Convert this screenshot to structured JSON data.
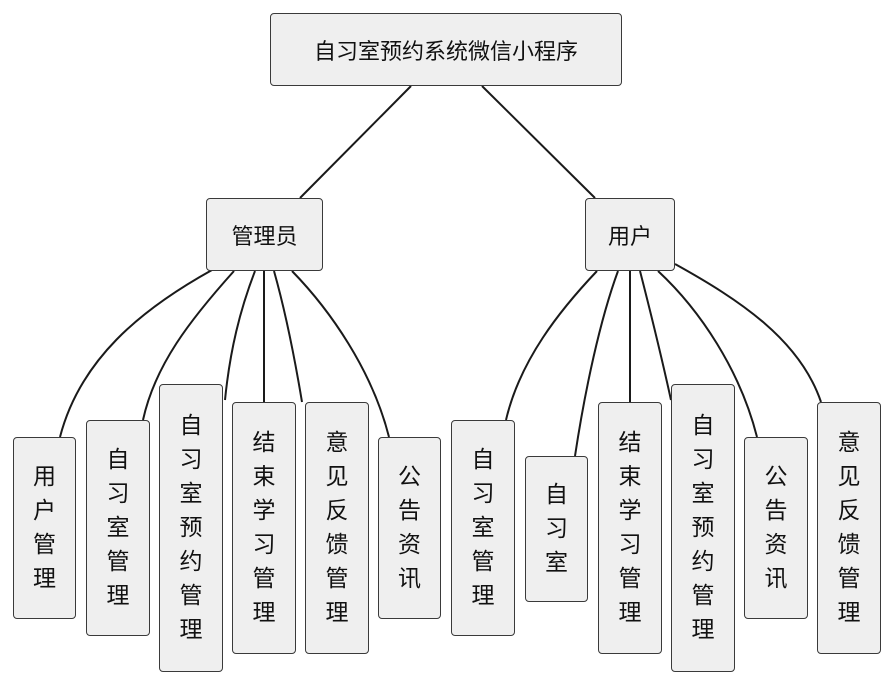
{
  "root": {
    "label": "自习室预约系统微信小程序"
  },
  "admin": {
    "label": "管理员",
    "children": [
      "用户管理",
      "自习室管理",
      "自习室预约管理",
      "结束学习管理",
      "意见反馈管理",
      "公告资讯"
    ]
  },
  "user": {
    "label": "用户",
    "children": [
      "自习室管理",
      "自习室",
      "结束学习管理",
      "自习室预约管理",
      "公告资讯",
      "意见反馈管理"
    ]
  },
  "colors": {
    "box_fill": "#efefef",
    "box_border": "#3a3a3a",
    "connector": "#1a1a1a"
  }
}
